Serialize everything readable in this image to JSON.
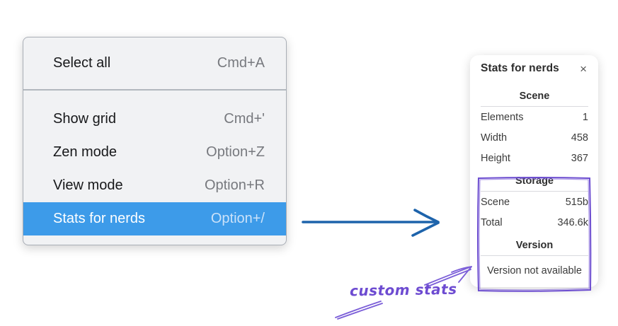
{
  "context_menu": {
    "items": [
      {
        "label": "Select all",
        "shortcut": "Cmd+A",
        "highlighted": false
      },
      {
        "label": "Show grid",
        "shortcut": "Cmd+'",
        "highlighted": false
      },
      {
        "label": "Zen mode",
        "shortcut": "Option+Z",
        "highlighted": false
      },
      {
        "label": "View mode",
        "shortcut": "Option+R",
        "highlighted": false
      },
      {
        "label": "Stats for nerds",
        "shortcut": "Option+/",
        "highlighted": true
      }
    ]
  },
  "stats_panel": {
    "title": "Stats for nerds",
    "close_icon": "×",
    "sections": [
      {
        "title": "Scene",
        "rows": [
          {
            "label": "Elements",
            "value": "1"
          },
          {
            "label": "Width",
            "value": "458"
          },
          {
            "label": "Height",
            "value": "367"
          }
        ]
      },
      {
        "title": "Storage",
        "rows": [
          {
            "label": "Scene",
            "value": "515b"
          },
          {
            "label": "Total",
            "value": "346.6k"
          }
        ]
      },
      {
        "title": "Version",
        "rows": [],
        "note": "Version not available"
      }
    ]
  },
  "annotation": {
    "label": "custom stats"
  },
  "colors": {
    "menu_highlight": "#3d9be9",
    "arrow_blue": "#1d63ab",
    "annotation_purple": "#6d4bd1",
    "annotation_stroke": "#7b5ed8"
  }
}
